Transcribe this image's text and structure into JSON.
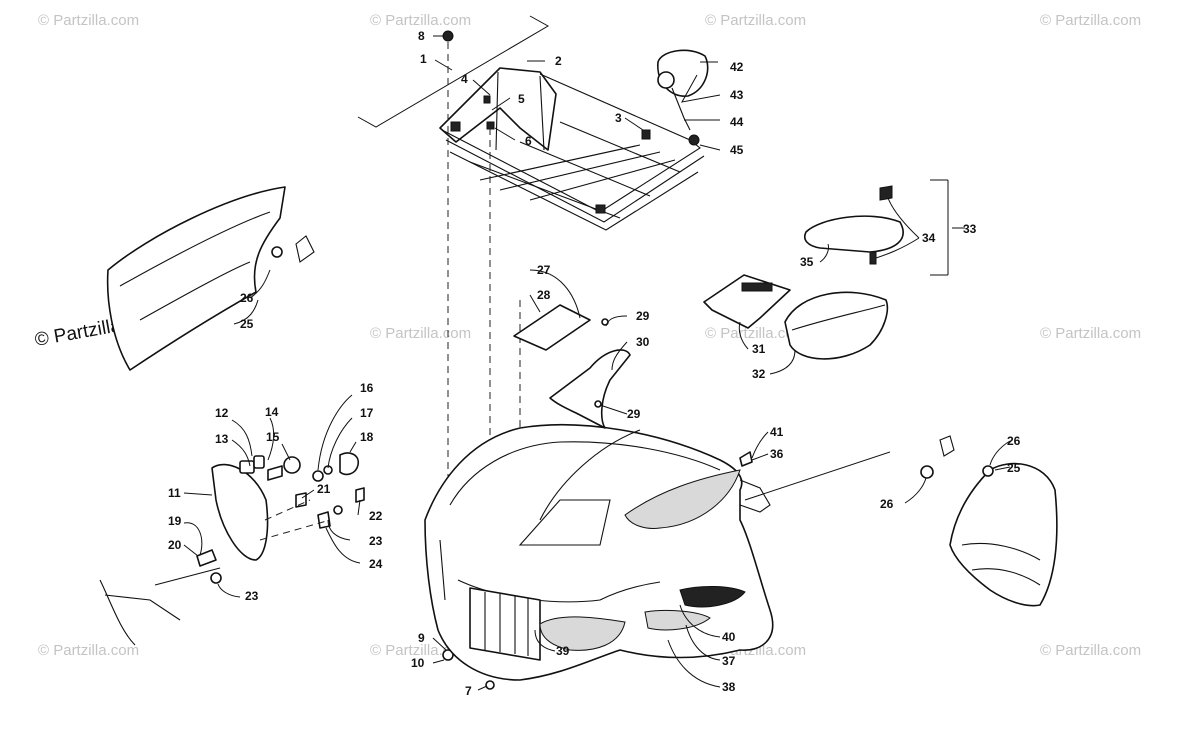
{
  "watermarks": {
    "small": "© Partzilla.com",
    "large": "© Partzilla.com"
  },
  "callouts": {
    "n1": "1",
    "n2": "2",
    "n3": "3",
    "n4": "4",
    "n5": "5",
    "n6": "6",
    "n7": "7",
    "n8": "8",
    "n9": "9",
    "n10": "10",
    "n11": "11",
    "n12": "12",
    "n13": "13",
    "n14": "14",
    "n15": "15",
    "n16": "16",
    "n17": "17",
    "n18": "18",
    "n19": "19",
    "n20": "20",
    "n21": "21",
    "n22": "22",
    "n23a": "23",
    "n23b": "23",
    "n24": "24",
    "n25a": "25",
    "n25b": "25",
    "n26a": "26",
    "n26b": "26",
    "n26c": "26",
    "n27": "27",
    "n28": "28",
    "n29a": "29",
    "n29b": "29",
    "n30": "30",
    "n31": "31",
    "n32": "32",
    "n33": "33",
    "n34": "34",
    "n35": "35",
    "n36": "36",
    "n37": "37",
    "n38": "38",
    "n39": "39",
    "n40": "40",
    "n41": "41",
    "n42": "42",
    "n43": "43",
    "n44": "44",
    "n45": "45"
  }
}
